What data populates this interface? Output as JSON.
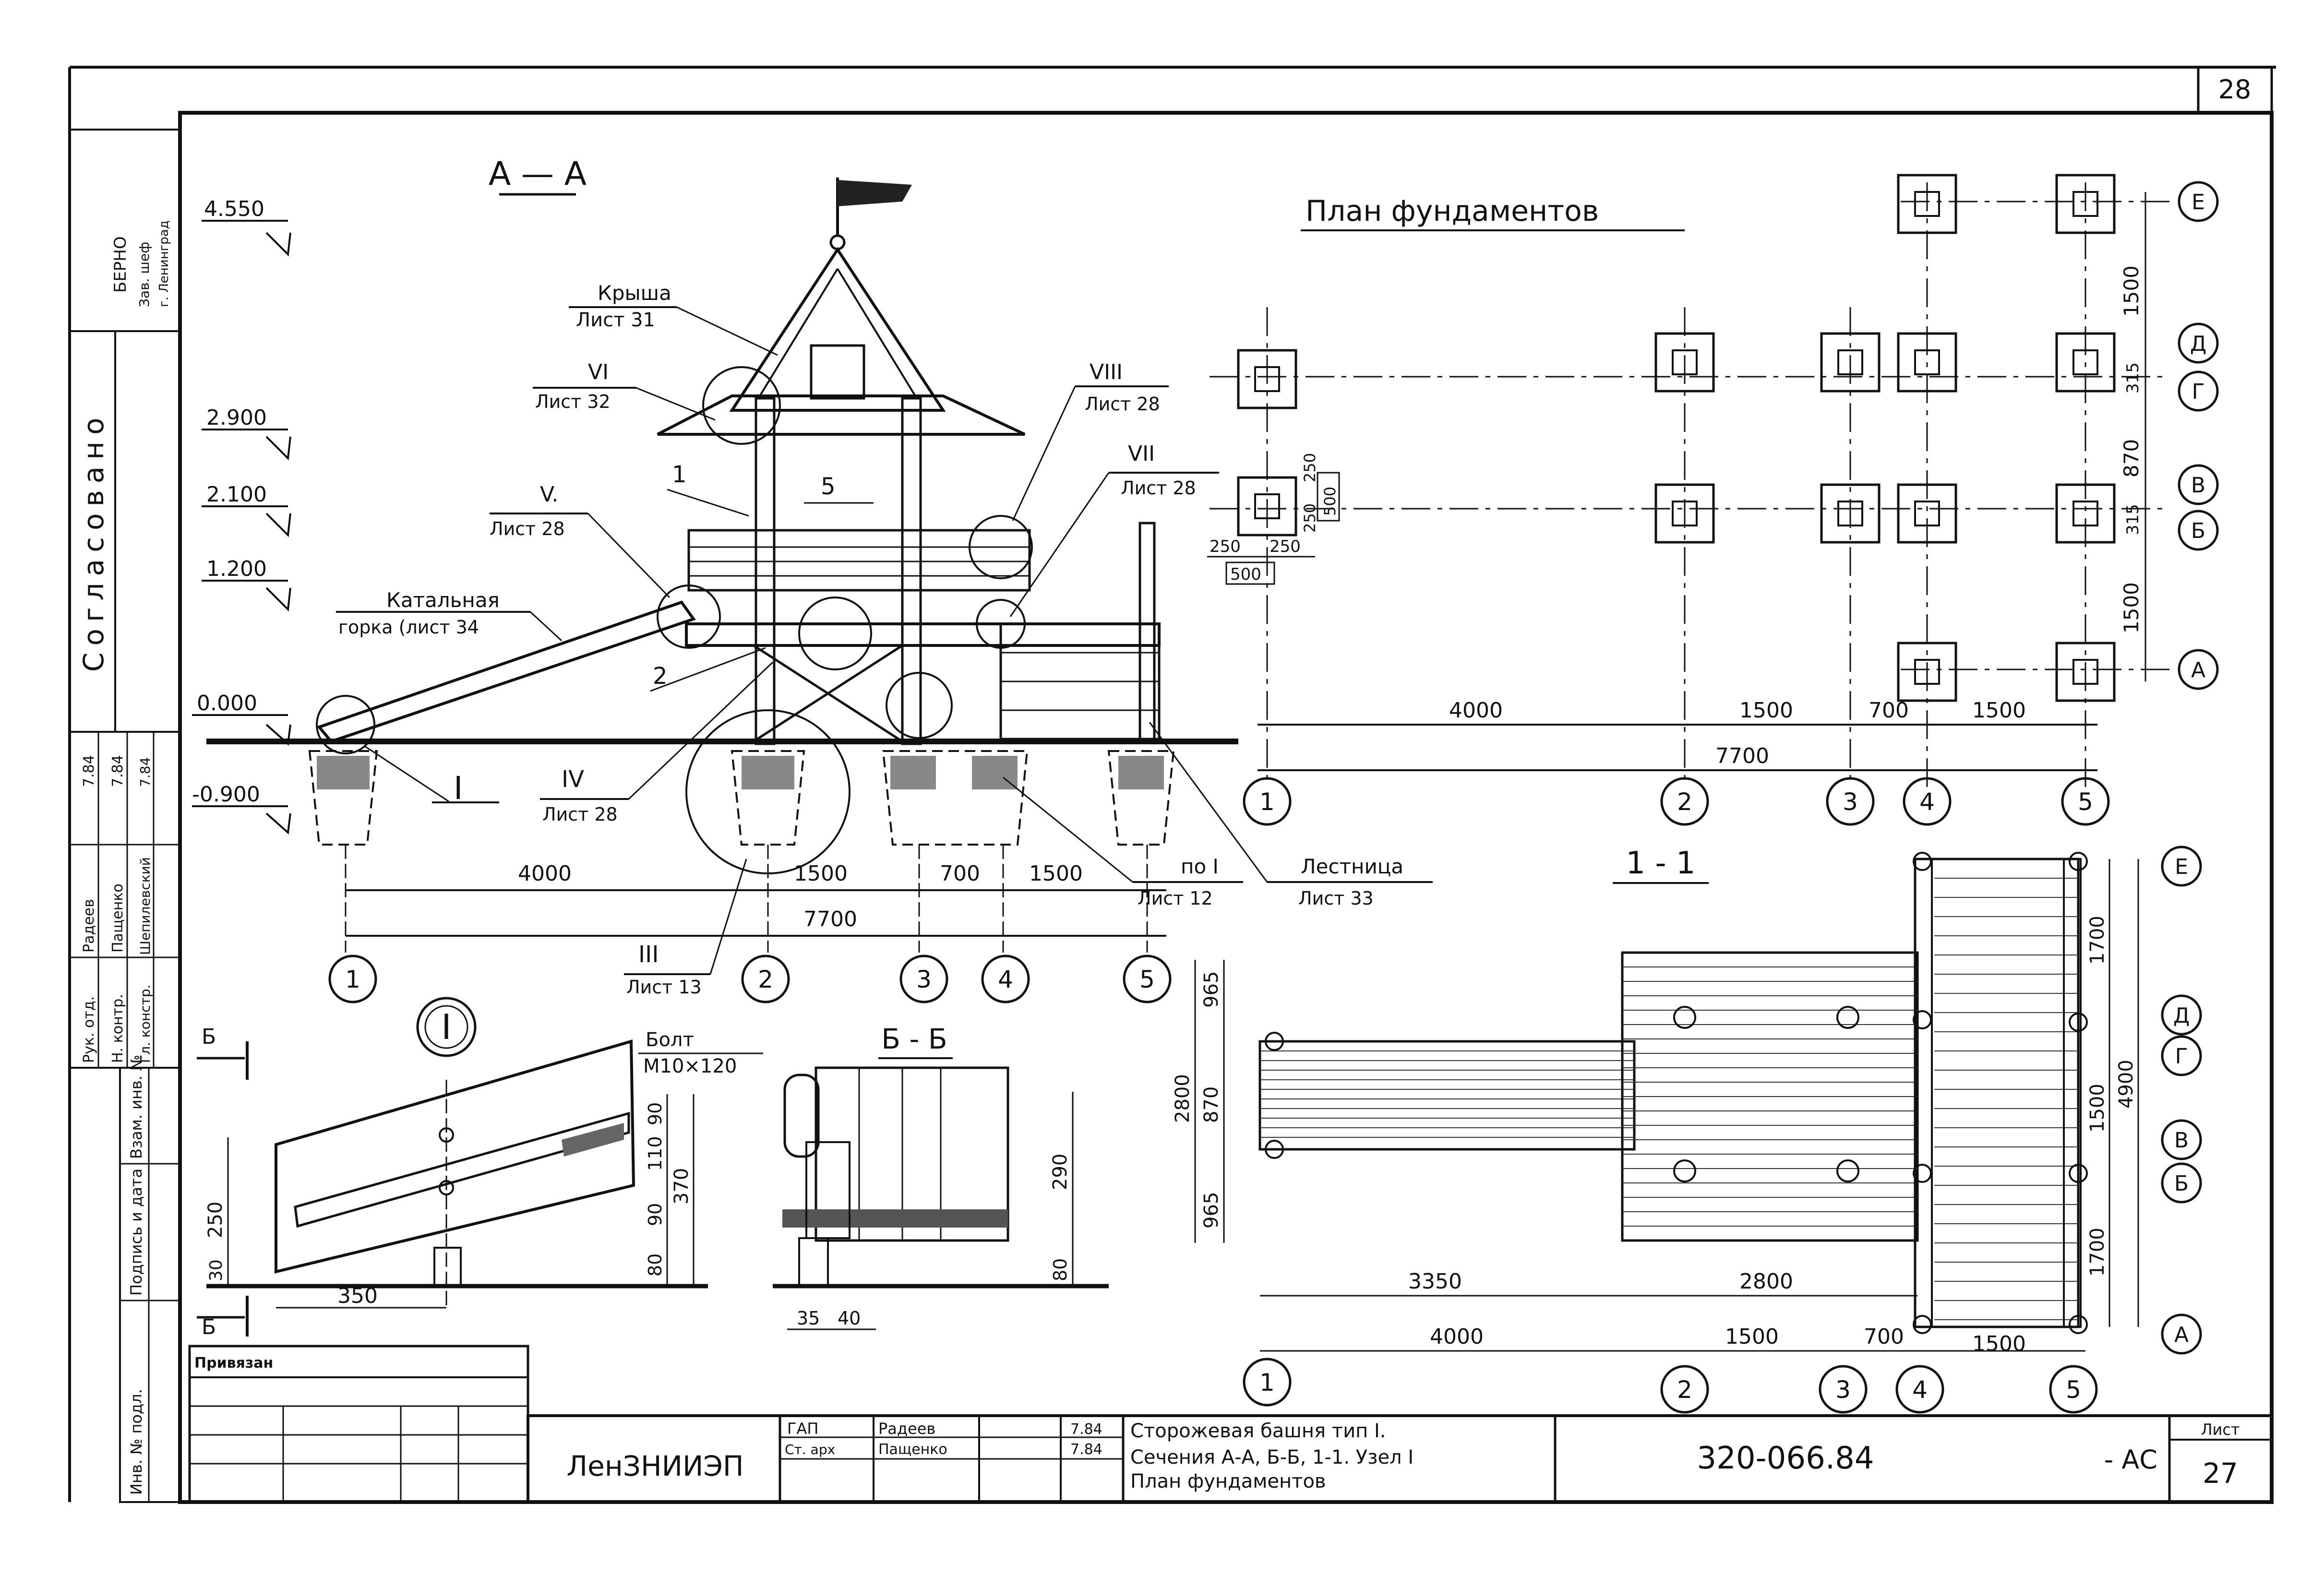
{
  "sheet": {
    "corner_number": "28",
    "sheet_label": "Лист",
    "sheet_number": "27",
    "code": "320-066.84",
    "suffix": "- АС",
    "org": "ЛенЗНИИЭП",
    "privyazan": "Привязан",
    "title_lines": [
      "Сторожевая башня тип I.",
      "Сечения А-А, Б-Б, 1-1. Узел I",
      "План фундаментов"
    ],
    "signatures": [
      {
        "role": "ГАП",
        "name": "Радеев",
        "date": "7.84"
      },
      {
        "role": "Ст. арх",
        "name": "Пащенко",
        "date": "7.84"
      }
    ]
  },
  "side_strip": {
    "soglasovano": "Согласовано",
    "stamp": [
      "БЕРНО",
      "Зав. шеф",
      "г. Ленинград"
    ],
    "roles": [
      {
        "role": "Рук. отд.",
        "name": "Радеев",
        "date": "7.84"
      },
      {
        "role": "Н. контр.",
        "name": "Пащенко",
        "date": "7.84"
      },
      {
        "role": "Гл. констр.",
        "name": "Шепилевский",
        "date": "7.84"
      }
    ],
    "fields": [
      "Взам. инв. №",
      "Подпись и дата",
      "Инв. № подл."
    ]
  },
  "section_aa": {
    "title": "А — А",
    "levels": [
      "4.550",
      "2.900",
      "2.100",
      "1.200",
      "0.000",
      "-0.900"
    ],
    "callouts": [
      {
        "id": "krysha",
        "lines": [
          "Крыша",
          "Лист 31"
        ]
      },
      {
        "id": "vi",
        "lines": [
          "VI",
          "Лист 32"
        ]
      },
      {
        "id": "v",
        "lines": [
          "V.",
          "Лист 28"
        ]
      },
      {
        "id": "viii",
        "lines": [
          "VIII",
          "Лист 28"
        ]
      },
      {
        "id": "vii",
        "lines": [
          "VII",
          "Лист 28"
        ]
      },
      {
        "id": "gorka",
        "lines": [
          "Катальная",
          "горка (лист 34"
        ]
      },
      {
        "id": "iv",
        "lines": [
          "IV",
          "Лист 28"
        ]
      },
      {
        "id": "iii",
        "lines": [
          "III",
          "Лист 13"
        ]
      },
      {
        "id": "po1",
        "lines": [
          "по I",
          "Лист 12"
        ]
      },
      {
        "id": "lestnica",
        "lines": [
          "Лестница",
          "Лист 33"
        ]
      }
    ],
    "num_marks": [
      "1",
      "5",
      "2"
    ],
    "node_I": "I",
    "dims_top": [
      "4000",
      "1500",
      "700",
      "1500"
    ],
    "dim_total": "7700",
    "axes": [
      "1",
      "2",
      "3",
      "4",
      "5"
    ]
  },
  "node_detail": {
    "mark": "I",
    "bolt": [
      "Болт",
      "М10×120"
    ],
    "cut_mark": "Б",
    "dims_left": [
      "250",
      "30"
    ],
    "dim_bottom": "350",
    "dims_right": [
      "90",
      "110",
      "90",
      "80",
      "370"
    ]
  },
  "section_bb": {
    "title": "Б - Б",
    "dims_right": [
      "290",
      "80"
    ],
    "dims_bottom": [
      "35",
      "40"
    ]
  },
  "foundation_plan": {
    "title": "План фундаментов",
    "pad_dims": [
      "250",
      "250",
      "500",
      "250",
      "250",
      "500"
    ],
    "dims_right": [
      "1500",
      "315",
      "870",
      "315",
      "1500"
    ],
    "dims_bottom": [
      "4000",
      "1500",
      "700",
      "1500"
    ],
    "dim_total": "7700",
    "axes_x": [
      "1",
      "2",
      "3",
      "4",
      "5"
    ],
    "axes_y": [
      "Е",
      "Д",
      "Г",
      "В",
      "Б",
      "А"
    ]
  },
  "section_11": {
    "title": "1 - 1",
    "dims_left": [
      "965",
      "870",
      "965",
      "2800"
    ],
    "dims_right": [
      "1700",
      "1500",
      "1700",
      "4900"
    ],
    "dims_inner": [
      "3350",
      "2800"
    ],
    "dims_bottom": [
      "4000",
      "1500",
      "700",
      "1500"
    ],
    "axes_x": [
      "1",
      "2",
      "3",
      "4",
      "5"
    ],
    "axes_y": [
      "Е",
      "Д",
      "Г",
      "В",
      "Б",
      "А"
    ]
  }
}
